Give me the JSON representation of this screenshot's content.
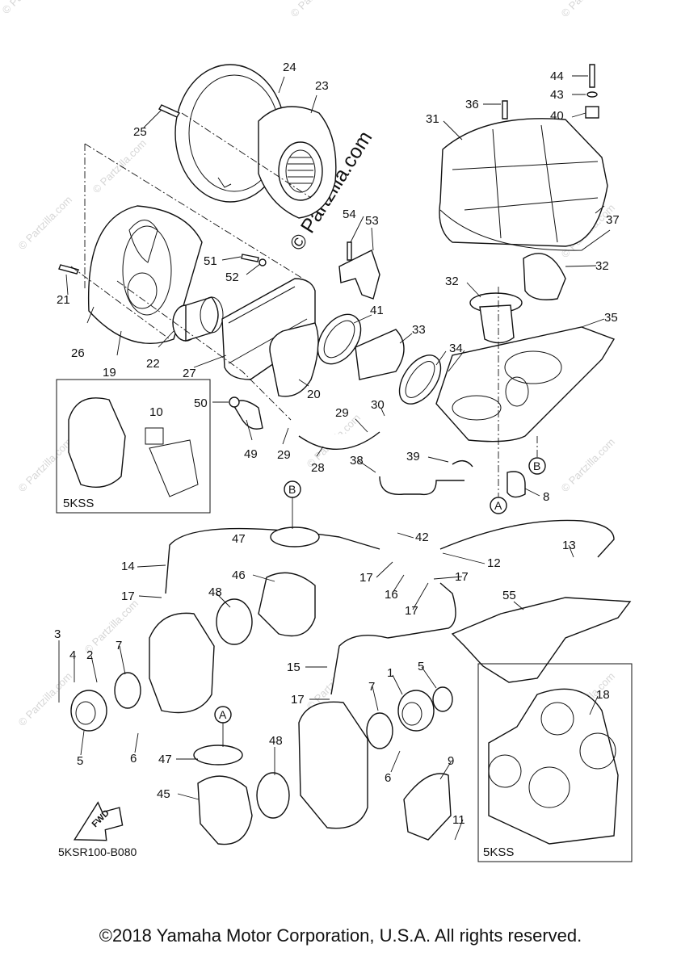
{
  "watermark": {
    "text": "© Partzilla.com",
    "main_text": "© Partzilla.com"
  },
  "diagram_code": "5KSR100-B080",
  "copyright": "©2018 Yamaha Motor Corporation, U.S.A. All rights reserved.",
  "fwd_label": "FWD",
  "variant_boxes": {
    "left_label": "5KSS",
    "right_label": "5KSS"
  },
  "reference_markers": {
    "a_top": "A",
    "b_top": "B",
    "b_mid": "B",
    "a_bottom": "A"
  },
  "callouts": {
    "c1": "1",
    "c2": "2",
    "c3": "3",
    "c4": "4",
    "c5a": "5",
    "c5b": "5",
    "c6a": "6",
    "c6b": "6",
    "c7a": "7",
    "c7b": "7",
    "c8": "8",
    "c9": "9",
    "c10": "10",
    "c11": "11",
    "c12": "12",
    "c13": "13",
    "c14": "14",
    "c15": "15",
    "c16": "16",
    "c17a": "17",
    "c17b": "17",
    "c17c": "17",
    "c17d": "17",
    "c17e": "17",
    "c18": "18",
    "c19": "19",
    "c20": "20",
    "c21": "21",
    "c22": "22",
    "c23": "23",
    "c24": "24",
    "c25": "25",
    "c26": "26",
    "c27": "27",
    "c28": "28",
    "c29a": "29",
    "c29b": "29",
    "c30": "30",
    "c31": "31",
    "c32a": "32",
    "c32b": "32",
    "c33": "33",
    "c34": "34",
    "c35": "35",
    "c36": "36",
    "c37": "37",
    "c38": "38",
    "c39": "39",
    "c40": "40",
    "c41": "41",
    "c42": "42",
    "c43": "43",
    "c44": "44",
    "c45": "45",
    "c46": "46",
    "c47a": "47",
    "c47b": "47",
    "c48a": "48",
    "c48b": "48",
    "c49": "49",
    "c50": "50",
    "c51": "51",
    "c52": "52",
    "c53": "53",
    "c54": "54",
    "c55": "55"
  }
}
